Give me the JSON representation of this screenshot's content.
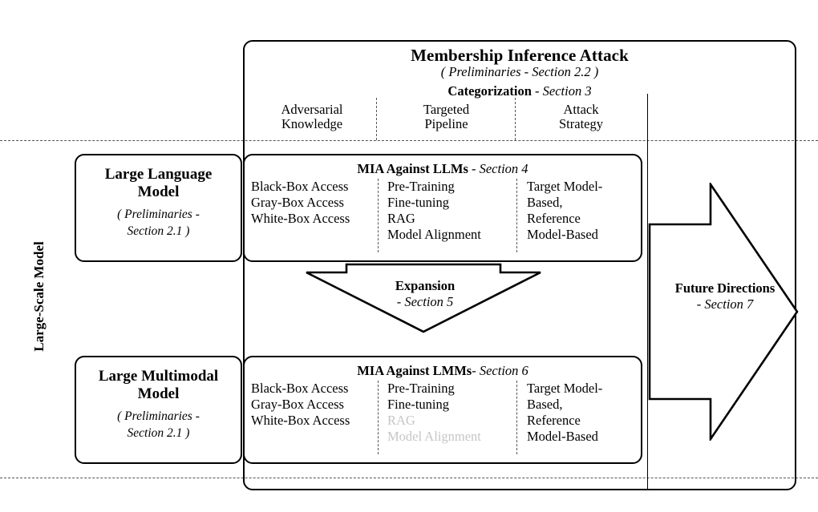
{
  "diagram": {
    "axis_label": "Large-Scale Model",
    "header": {
      "title": "Membership Inference Attack",
      "subtitle": "( Preliminaries - Section 2.2 )",
      "categorization_label": "Categorization",
      "categorization_dash": " - ",
      "categorization_section": "Section 3",
      "columns": [
        {
          "name": "adversarial-knowledge",
          "line1": "Adversarial",
          "line2": "Knowledge"
        },
        {
          "name": "targeted-pipeline",
          "line1": "Targeted",
          "line2": "Pipeline"
        },
        {
          "name": "attack-strategy",
          "line1": "Attack",
          "line2": "Strategy"
        }
      ]
    },
    "rows": [
      {
        "id": "llm",
        "model": {
          "name_line1": "Large Language",
          "name_line2": "Model",
          "sub_line1": "( Preliminaries -",
          "sub_line2": "Section 2.1 )"
        },
        "mia": {
          "title_strong": "MIA Against LLMs",
          "title_dash": " - ",
          "title_section": "Section 4",
          "knowledge": [
            {
              "text": "Black-Box Access",
              "dim": false
            },
            {
              "text": "Gray-Box Access",
              "dim": false
            },
            {
              "text": "White-Box Access",
              "dim": false
            }
          ],
          "pipeline": [
            {
              "text": "Pre-Training",
              "dim": false
            },
            {
              "text": "Fine-tuning",
              "dim": false
            },
            {
              "text": "RAG",
              "dim": false
            },
            {
              "text": "Model Alignment",
              "dim": false
            }
          ],
          "strategy": [
            {
              "text": "Target Model-",
              "dim": false
            },
            {
              "text": "Based,",
              "dim": false
            },
            {
              "text": "Reference",
              "dim": false
            },
            {
              "text": "Model-Based",
              "dim": false
            }
          ]
        }
      },
      {
        "id": "lmm",
        "model": {
          "name_line1": "Large Multimodal",
          "name_line2": "Model",
          "sub_line1": "( Preliminaries -",
          "sub_line2": "Section 2.1 )"
        },
        "mia": {
          "title_strong": "MIA Against LMMs",
          "title_dash": "- ",
          "title_section": "Section 6",
          "knowledge": [
            {
              "text": "Black-Box Access",
              "dim": false
            },
            {
              "text": "Gray-Box Access",
              "dim": false
            },
            {
              "text": "White-Box Access",
              "dim": false
            }
          ],
          "pipeline": [
            {
              "text": "Pre-Training",
              "dim": false
            },
            {
              "text": "Fine-tuning",
              "dim": false
            },
            {
              "text": "RAG",
              "dim": true
            },
            {
              "text": "Model Alignment",
              "dim": true
            }
          ],
          "strategy": [
            {
              "text": "Target Model-",
              "dim": false
            },
            {
              "text": "Based,",
              "dim": false
            },
            {
              "text": "Reference",
              "dim": false
            },
            {
              "text": "Model-Based",
              "dim": false
            }
          ]
        }
      }
    ],
    "expansion_arrow": {
      "label_strong": "Expansion",
      "label_section": "- Section 5"
    },
    "future_arrow": {
      "label_strong": "Future Directions",
      "label_section": "- Section 7"
    },
    "colors": {
      "stroke": "#000000",
      "dashed": "#555555",
      "dim_text": "#c6c6c6",
      "background": "#ffffff"
    }
  }
}
